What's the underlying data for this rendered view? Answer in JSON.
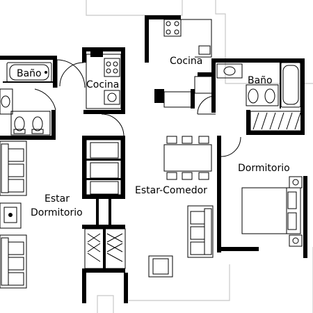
{
  "rooms": {
    "bano_left": "Baño",
    "cocina_left": "Cocina",
    "cocina_top": "Cocina",
    "bano_right": "Baño",
    "dormitorio": "Dormitorio",
    "estar": "Estar",
    "estar_dormitorio": "Dormitorio",
    "estar_comedor": "Estar-Comedor"
  }
}
